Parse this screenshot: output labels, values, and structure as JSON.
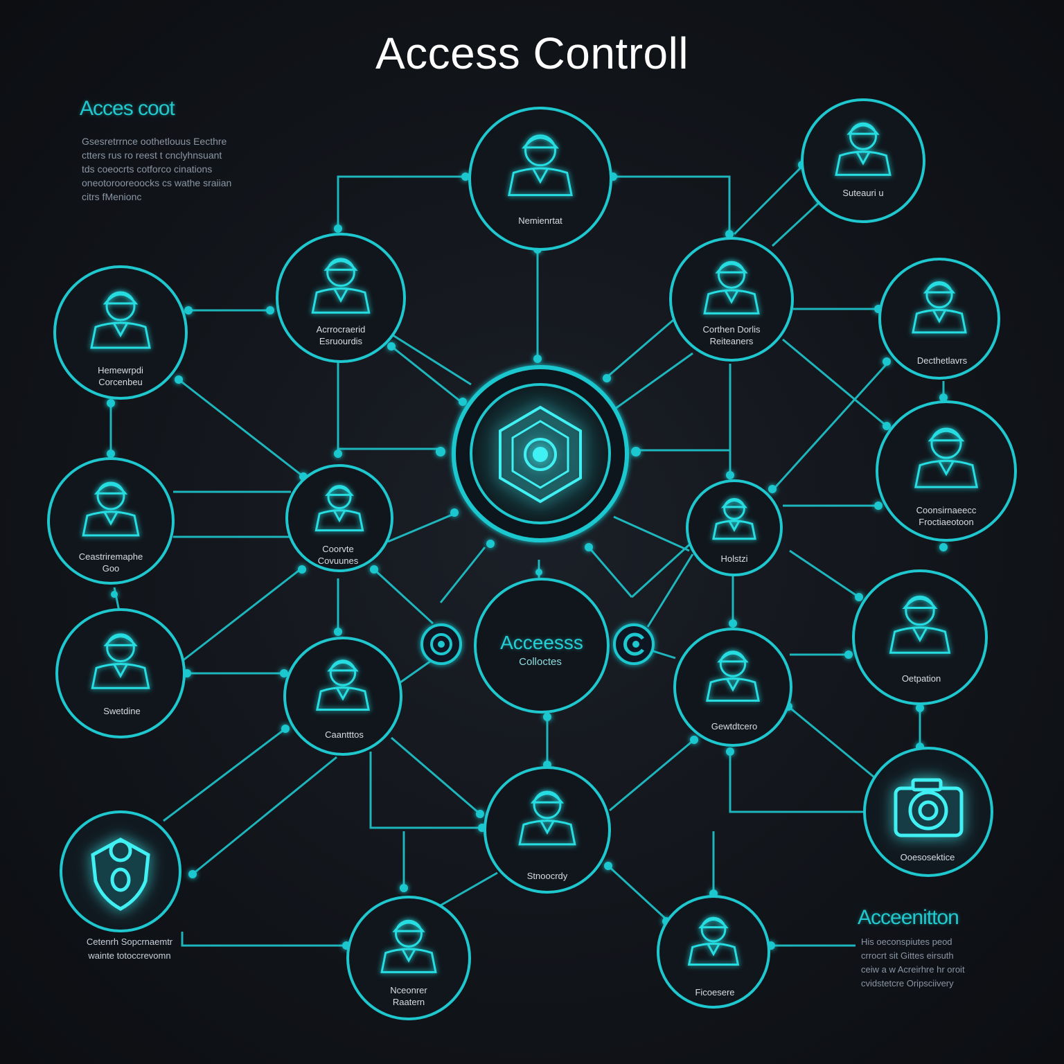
{
  "title": "Access Controll",
  "accent_color": "#1fc8cf",
  "background_color": "#111419",
  "left_panel": {
    "heading": "Acces coot",
    "text": "Gsesretrrnce oothetlouus Eecthre\nctters rus ro reest t cnclyhnsuant\ntds coeocrts cotforco cinations\noneotorooreoocks cs wathe sraiian\ncitrs fMenionc"
  },
  "right_panel": {
    "heading": "Acceenitton",
    "text": "His oeconspiutes peod\ncrrocrt sit Gittes eirsuth\nceiw a w Acreirhre hr oroit\ncvidstetcre Oripsciivery"
  },
  "bottom_left_caption": "Cetenrh Sopcrnaemtr\nwainte totoccrevomn",
  "center_node": {
    "label": "Acceesss",
    "sublabel": "Colloctes",
    "icon": "hexagon-eye-icon"
  },
  "nodes": [
    {
      "id": "top",
      "label": "Nemienrtat",
      "icon": "user-icon"
    },
    {
      "id": "top-right",
      "label": "Suteauri u",
      "icon": "user-desk-icon"
    },
    {
      "id": "left-1",
      "label": "Hemewrpdi\nCorcenbeu",
      "icon": "user-cap-icon"
    },
    {
      "id": "inner-left-1",
      "label": "Acrrocraerid\nEsruourdis",
      "icon": "user-glasses-icon"
    },
    {
      "id": "inner-right-1",
      "label": "Corthen Dorlis\nReiteaners",
      "icon": "user-badge-icon"
    },
    {
      "id": "right-1",
      "label": "Decthetlavrs",
      "icon": "user-cap-icon"
    },
    {
      "id": "right-2",
      "label": "Coonsirnaeecc\nFroctiaeotoon",
      "icon": "user-camera-icon"
    },
    {
      "id": "left-2",
      "label": "Ceastriremaphe\nGoo",
      "icon": "user-mask-icon"
    },
    {
      "id": "inner-left-2",
      "label": "Coorvte\nCovuunes",
      "icon": "user-helmet-icon"
    },
    {
      "id": "inner-right-2",
      "label": "Holstzi",
      "icon": "user-hood-icon"
    },
    {
      "id": "right-3",
      "label": "Oetpation",
      "icon": "user-cone-icon"
    },
    {
      "id": "left-3",
      "label": "Swetdine",
      "icon": "user-visor-icon"
    },
    {
      "id": "inner-left-3",
      "label": "Caantttos",
      "icon": "user-desk-icon"
    },
    {
      "id": "inner-right-3",
      "label": "Gewtdtcero",
      "icon": "user-camera-icon"
    },
    {
      "id": "right-4",
      "label": "Ooesosektice",
      "icon": "camera-icon"
    },
    {
      "id": "lock",
      "label": "",
      "icon": "shield-lock-icon"
    },
    {
      "id": "bottom-center",
      "label": "Stnoocrdy",
      "icon": "user-cap-icon"
    },
    {
      "id": "bottom-left",
      "label": "Nceonrer\nRaatern",
      "icon": "user-goggles-icon"
    },
    {
      "id": "bottom-right",
      "label": "Ficoesere",
      "icon": "user-tool-icon"
    }
  ]
}
